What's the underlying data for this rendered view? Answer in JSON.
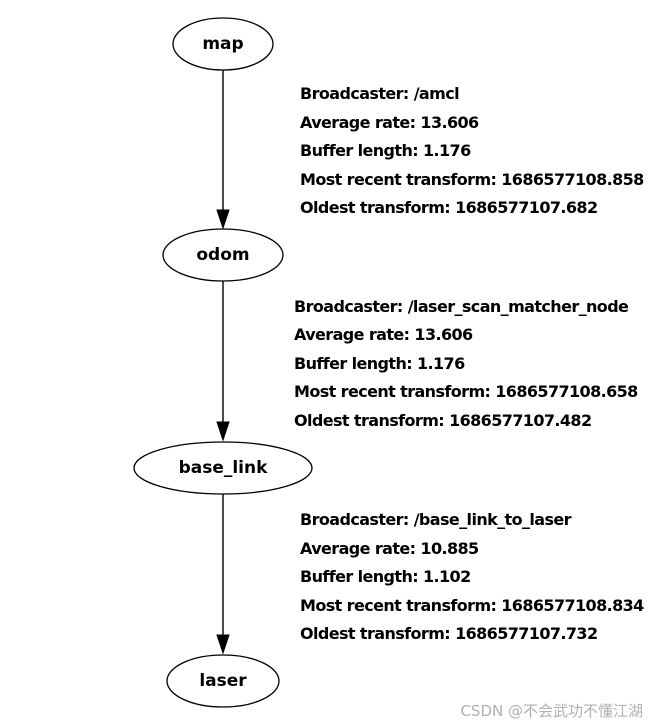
{
  "nodes": {
    "map": "map",
    "odom": "odom",
    "base_link": "base_link",
    "laser": "laser"
  },
  "edges": [
    {
      "from": "map",
      "to": "odom",
      "lines": [
        "Broadcaster: /amcl",
        "Average rate: 13.606",
        "Buffer length: 1.176",
        "Most recent transform: 1686577108.858",
        "Oldest transform: 1686577107.682"
      ]
    },
    {
      "from": "odom",
      "to": "base_link",
      "lines": [
        "Broadcaster: /laser_scan_matcher_node",
        "Average rate: 13.606",
        "Buffer length: 1.176",
        "Most recent transform: 1686577108.658",
        "Oldest transform: 1686577107.482"
      ]
    },
    {
      "from": "base_link",
      "to": "laser",
      "lines": [
        "Broadcaster: /base_link_to_laser",
        "Average rate: 10.885",
        "Buffer length: 1.102",
        "Most recent transform: 1686577108.834",
        "Oldest transform: 1686577107.732"
      ]
    }
  ],
  "watermark": "CSDN @不会武功不懂江湖"
}
